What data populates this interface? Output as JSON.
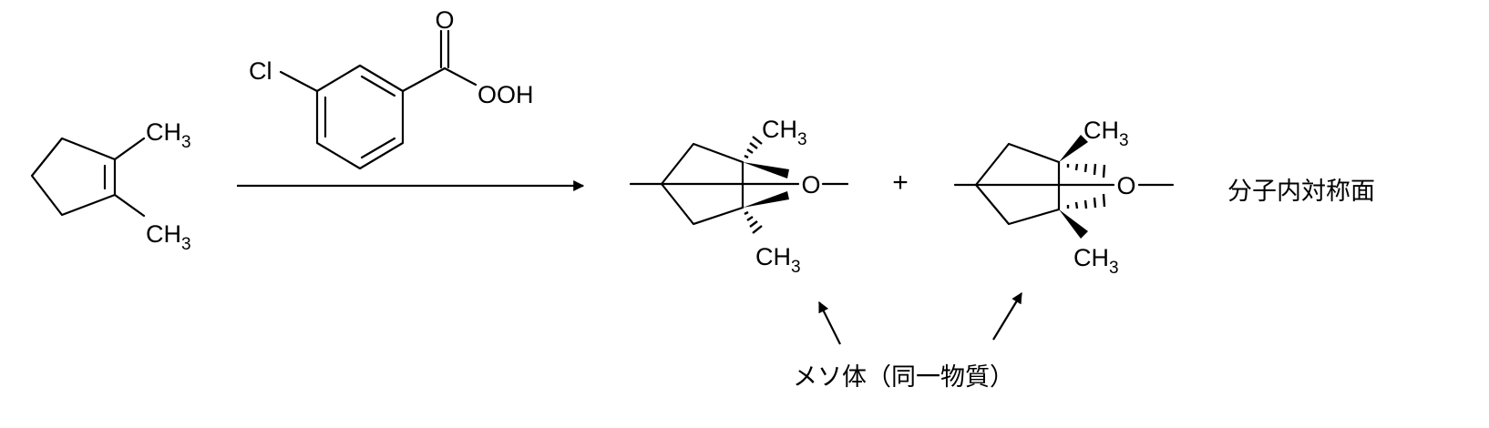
{
  "colors": {
    "ink": "#000000",
    "background": "#ffffff"
  },
  "reactant": {
    "methyl_top": {
      "main": "CH",
      "sub": "3"
    },
    "methyl_bottom": {
      "main": "CH",
      "sub": "3"
    }
  },
  "reagent": {
    "chlorine": "Cl",
    "carbonyl_oxygen": "O",
    "peroxy_group": "OOH"
  },
  "product_1": {
    "oxygen": "O",
    "methyl_top": {
      "main": "CH",
      "sub": "3"
    },
    "methyl_bottom": {
      "main": "CH",
      "sub": "3"
    }
  },
  "plus_sign": "+",
  "product_2": {
    "oxygen": "O",
    "methyl_top": {
      "main": "CH",
      "sub": "3"
    },
    "methyl_bottom": {
      "main": "CH",
      "sub": "3"
    }
  },
  "annotations": {
    "mirror_plane": "分子内対称面",
    "meso_label": "メソ体（同一物質）"
  }
}
